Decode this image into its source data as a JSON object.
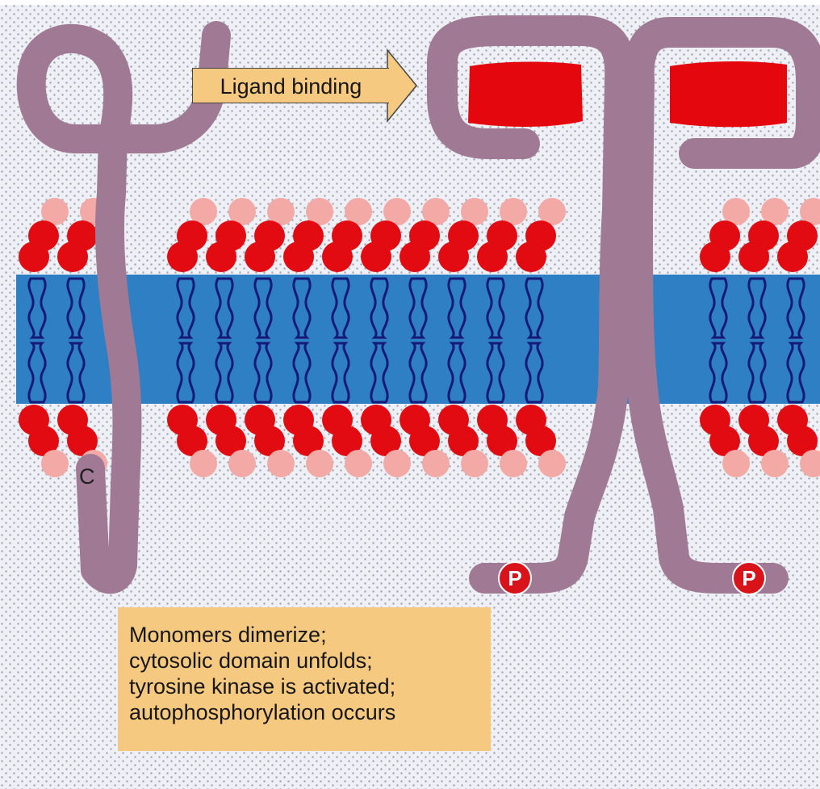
{
  "labels": {
    "ligand_binding": "Ligand binding",
    "c_terminus": "C",
    "phosphate_left": "P",
    "phosphate_right": "P"
  },
  "caption": {
    "lines": [
      "Monomers dimerize;",
      "cytosolic domain unfolds;",
      "tyrosine kinase is activated;",
      "autophosphorylation occurs"
    ]
  },
  "colors": {
    "receptor": "#a07a94",
    "ligand": "#e4070d",
    "membrane_core": "#2e7fc3",
    "lipid_head_dark": "#e30b12",
    "lipid_head_light": "#f3a9a5",
    "lipid_tail": "#151a7a",
    "label_background": "#f6c980",
    "phosphate": "#d8131a",
    "background_dots": "#5a6478"
  },
  "icons": {
    "arrow": "right-arrow",
    "phosphate": "phosphate-circle"
  }
}
